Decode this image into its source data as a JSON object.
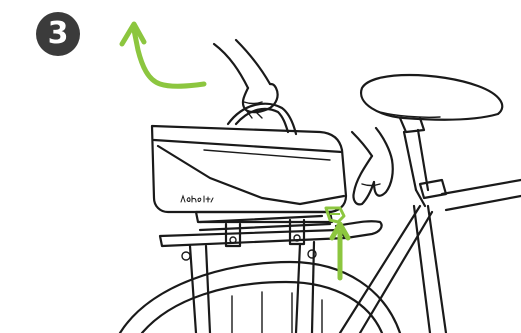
{
  "step": {
    "number": "3"
  },
  "colors": {
    "badge_bg": "#3b3b3b",
    "accent": "#8cc63f",
    "ink": "#1a1a1a"
  },
  "icons": {
    "step_badge": "circled-number",
    "lift_arrow": "curved-arrow-up-left",
    "push_arrow": "arrow-up",
    "bag": "bicycle-trunk-bag",
    "latch": "release-latch",
    "brand_logo": "handwritten-logo"
  }
}
